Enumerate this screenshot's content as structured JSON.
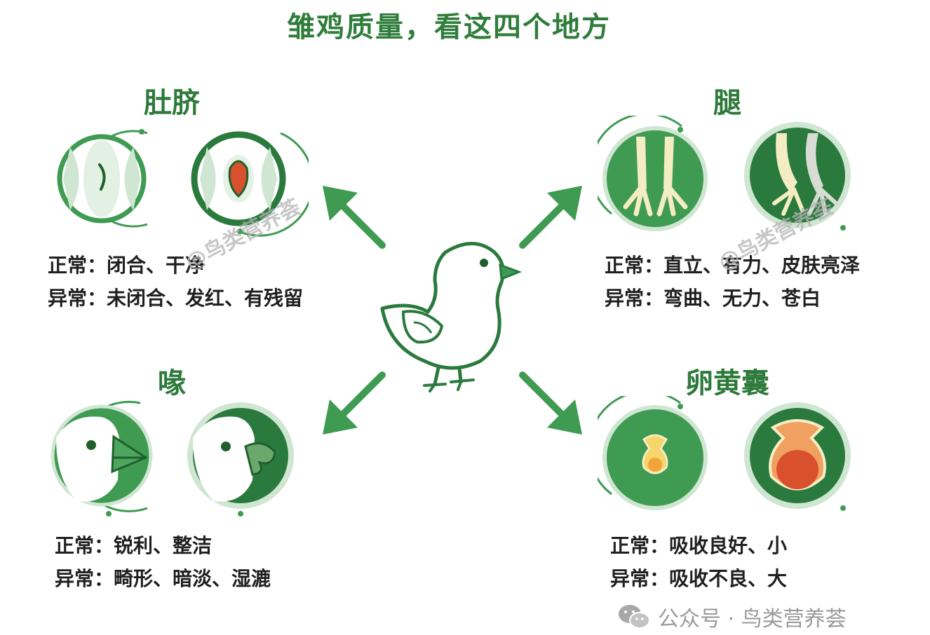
{
  "title": "雏鸡质量，看这四个地方",
  "sections": {
    "navel": {
      "title": "肚脐",
      "normal": "正常：闭合、干净",
      "abnormal": "异常：未闭合、发红、有残留"
    },
    "legs": {
      "title": "腿",
      "normal": "正常：直立、有力、皮肤亮泽",
      "abnormal": "异常：弯曲、无力、苍白"
    },
    "beak": {
      "title": "喙",
      "normal": "正常：锐利、整洁",
      "abnormal": "异常：畸形、暗淡、湿漉"
    },
    "yolk": {
      "title": "卵黄囊",
      "normal": "正常：吸收良好、小",
      "abnormal": "异常：吸收不良、大"
    }
  },
  "watermarks": [
    "@鸟类营养荟",
    "@鸟类营养荟"
  ],
  "footer": {
    "icon": "wechat-icon",
    "text": "公众号 · 鸟类营养荟"
  },
  "colors": {
    "primary_green": "#3f9a52",
    "dark_green": "#2b7a3d",
    "light_green": "#cfe6d2",
    "red": "#d9502e",
    "yellow": "#f2c24a"
  }
}
